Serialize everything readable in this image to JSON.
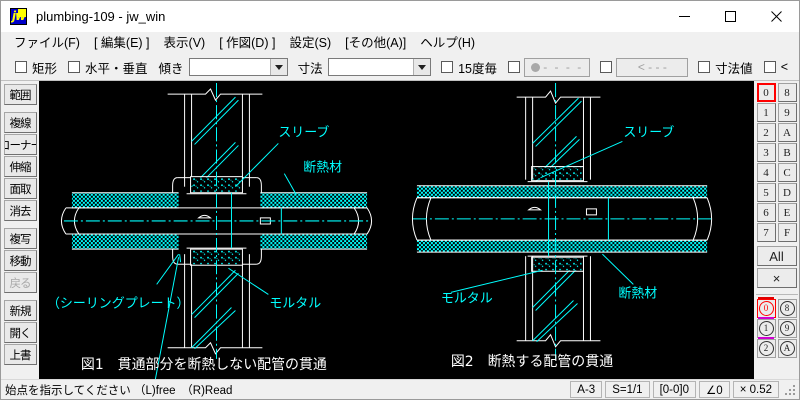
{
  "window": {
    "title": "plumbing-109 - jw_win",
    "icon": "jw-app-icon",
    "controls": {
      "minimize": "minimize-icon",
      "maximize": "maximize-icon",
      "close": "close-icon"
    }
  },
  "menu": {
    "items": [
      {
        "label": "ファイル(F)",
        "key": "F"
      },
      {
        "label": "[ 編集(E) ]",
        "key": "E"
      },
      {
        "label": "表示(V)",
        "key": "V"
      },
      {
        "label": "[ 作図(D) ]",
        "key": "D"
      },
      {
        "label": "設定(S)",
        "key": "S"
      },
      {
        "label": "[その他(A)]",
        "key": "A"
      },
      {
        "label": "ヘルプ(H)",
        "key": "H"
      }
    ]
  },
  "toolbar": {
    "rect_label": "矩形",
    "rect_checked": false,
    "hv_label": "水平・垂直",
    "hv_checked": false,
    "slope_label": "傾き",
    "slope_value": "",
    "dim_label": "寸法",
    "dim_value": "",
    "deg15_label": "15度毎",
    "deg15_checked": false,
    "linestyle_checked": false,
    "linestyle_glyph": "- - - -",
    "arrow_checked": false,
    "arrow_glyph": "< - - -",
    "dimvalue_label": "寸法値",
    "dimvalue_checked": false,
    "lt_label": "<",
    "lt_checked": false
  },
  "left_palette": {
    "groups": [
      {
        "items": [
          {
            "label": "範囲",
            "enabled": true
          }
        ]
      },
      {
        "items": [
          {
            "label": "複線",
            "enabled": true
          },
          {
            "label": "コーナー",
            "enabled": true
          },
          {
            "label": "伸縮",
            "enabled": true
          },
          {
            "label": "面取",
            "enabled": true
          },
          {
            "label": "消去",
            "enabled": true
          }
        ]
      },
      {
        "items": [
          {
            "label": "複写",
            "enabled": true
          },
          {
            "label": "移動",
            "enabled": true
          },
          {
            "label": "戻る",
            "enabled": false
          }
        ]
      },
      {
        "items": [
          {
            "label": "新規",
            "enabled": true
          },
          {
            "label": "開く",
            "enabled": true
          },
          {
            "label": "上書",
            "enabled": true
          }
        ]
      }
    ]
  },
  "layer_palette": {
    "rows": [
      {
        "left": "0",
        "right": "8",
        "selected": "left"
      },
      {
        "left": "1",
        "right": "9",
        "selected": null
      },
      {
        "left": "2",
        "right": "A",
        "selected": null
      },
      {
        "left": "3",
        "right": "B",
        "selected": null
      },
      {
        "left": "4",
        "right": "C",
        "selected": null
      },
      {
        "left": "5",
        "right": "D",
        "selected": null
      },
      {
        "left": "6",
        "right": "E",
        "selected": null
      },
      {
        "left": "7",
        "right": "F",
        "selected": null
      }
    ],
    "all_label": "All",
    "close_label": "×",
    "group_rows": [
      {
        "left": "0",
        "right": "8",
        "left_bar": "red",
        "right_bar": "none",
        "selected": "left"
      },
      {
        "left": "1",
        "right": "9",
        "left_bar": "mag",
        "right_bar": "none",
        "selected": null
      },
      {
        "left": "2",
        "right": "A",
        "left_bar": "mag",
        "right_bar": "none",
        "selected": null
      }
    ]
  },
  "statusbar": {
    "message": "始点を指示してください （L)free　（R)Read",
    "fields": [
      {
        "name": "paper-size",
        "value": "A-3"
      },
      {
        "name": "scale",
        "value": "S=1/1"
      },
      {
        "name": "layer-indicator",
        "value": "[0-0]0"
      },
      {
        "name": "angle",
        "value": "∠0"
      },
      {
        "name": "zoom",
        "value": "×  0.52"
      }
    ]
  },
  "drawing": {
    "background": "#000000",
    "line_color": "#ffffff",
    "accent_color": "#00ffff",
    "figures": [
      {
        "name": "figure-1",
        "caption": "図1　貫通部分を断熱しない配管の貫通",
        "labels": [
          {
            "text": "スリーブ",
            "name": "label-sleeve"
          },
          {
            "text": "断熱材",
            "name": "label-insulation"
          },
          {
            "text": "（シーリングプレート）",
            "name": "label-sealing-plate"
          },
          {
            "text": "モルタル",
            "name": "label-mortar"
          }
        ]
      },
      {
        "name": "figure-2",
        "caption": "図2　断熱する配管の貫通",
        "labels": [
          {
            "text": "スリーブ",
            "name": "label-sleeve"
          },
          {
            "text": "断熱材",
            "name": "label-insulation"
          },
          {
            "text": "モルタル",
            "name": "label-mortar"
          }
        ]
      }
    ]
  }
}
